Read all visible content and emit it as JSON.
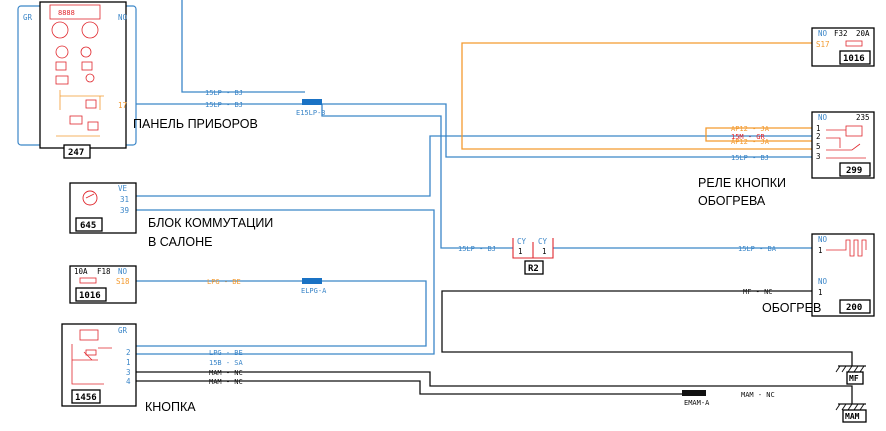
{
  "colors": {
    "blue": "#3b86c8",
    "orange": "#f39a2f",
    "red": "#e0272d",
    "black": "#111111",
    "splice": "#1a72c4"
  },
  "components": {
    "instrument_panel": {
      "code": "247",
      "caption": "ПАНЕЛЬ ПРИБОРОВ",
      "connector_left": "GR",
      "connector_right": "NO",
      "pin": "17",
      "inner_digits": "8888"
    },
    "body_control": {
      "code": "645",
      "caption_line1": "БЛОК КОММУТАЦИИ",
      "caption_line2": "В САЛОНЕ",
      "connector": "VE",
      "pins": [
        "31",
        "39"
      ]
    },
    "fuse_box_left": {
      "code": "1016",
      "fuse_rating": "10A",
      "fuse_id": "F18",
      "connector": "NO",
      "slot": "S18"
    },
    "button": {
      "code": "1456",
      "caption": "КНОПКА",
      "connector": "GR",
      "pins": [
        "2",
        "1",
        "3",
        "4"
      ]
    },
    "fuse_box_right": {
      "code": "1016",
      "fuse_id": "F32",
      "fuse_rating": "20A",
      "connector": "NO",
      "slot": "S17"
    },
    "relay": {
      "code": "299",
      "caption_line1": "РЕЛЕ КНОПКИ",
      "caption_line2": "ОБОГРЕВА",
      "connector": "NO",
      "pins": [
        "1",
        "2",
        "5",
        "3"
      ],
      "tag": "235"
    },
    "heater": {
      "code": "200",
      "caption": "ОБОГРЕВ",
      "connector_top": "NO",
      "connector_bottom": "NO",
      "pin_top": "1",
      "pin_bottom": "1"
    },
    "connector_r2": {
      "code": "R2",
      "left_label": "CY",
      "right_label": "CY",
      "left_pin": "1",
      "right_pin": "1"
    }
  },
  "splices": {
    "e15lp": "E15LP-3",
    "elpg": "ELPG-A",
    "emam": "EMAM-A"
  },
  "grounds": {
    "mf": "MF",
    "mam": "MAM"
  },
  "wire_labels": {
    "w_15lp_bj_top": "15LP - BJ",
    "w_15lp_bj_2": "15LP - BJ",
    "w_15m_gr": "15M - GR",
    "w_ap12_ja_1": "AP12 - JA",
    "w_ap12_ja_2": "AP12 - JA",
    "w_15lp_bj_relay": "15LP - BJ",
    "w_15lp_bj_r2": "15LP - BJ",
    "w_15lp_ba": "15LP - BA",
    "w_mf_nc": "MF - NC",
    "w_lpg_be": "LPG - BE",
    "w_lpg_be_btn": "LPG - BE",
    "w_15b_sa": "15B - SA",
    "w_mam_nc_1": "MAM - NC",
    "w_mam_nc_2": "MAM - NC",
    "w_mam_nc_3": "MAM - NC"
  }
}
